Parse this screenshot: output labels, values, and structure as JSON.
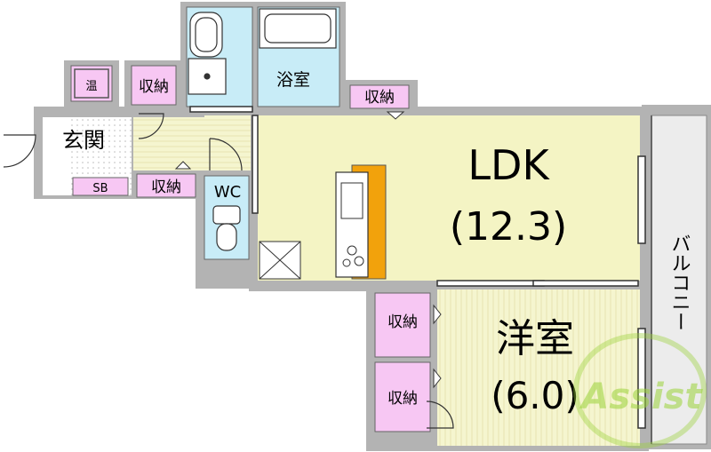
{
  "floor_plan": {
    "rooms": {
      "ldk": {
        "name": "LDK",
        "size": "(12.3)"
      },
      "western": {
        "name": "洋室",
        "size": "(6.0)"
      },
      "bath": {
        "name": "浴室"
      },
      "entrance": {
        "name": "玄関"
      },
      "wc": {
        "name": "WC"
      },
      "balcony": {
        "name": "バルコニー"
      }
    },
    "labels": {
      "water_heater": "温",
      "shoe_box": "SB",
      "storage": "収納"
    },
    "watermark": "Assist",
    "colors": {
      "wall": "#b3b3b3",
      "ldk_floor": "#f4f4c4",
      "western_floor": "#f5f5cf",
      "storage": "#f7c7f3",
      "wet_area": "#c8ecf7",
      "balcony": "#ececec",
      "kitchen_counter": "#f2a20c",
      "watermark": "#9bd33a"
    }
  }
}
